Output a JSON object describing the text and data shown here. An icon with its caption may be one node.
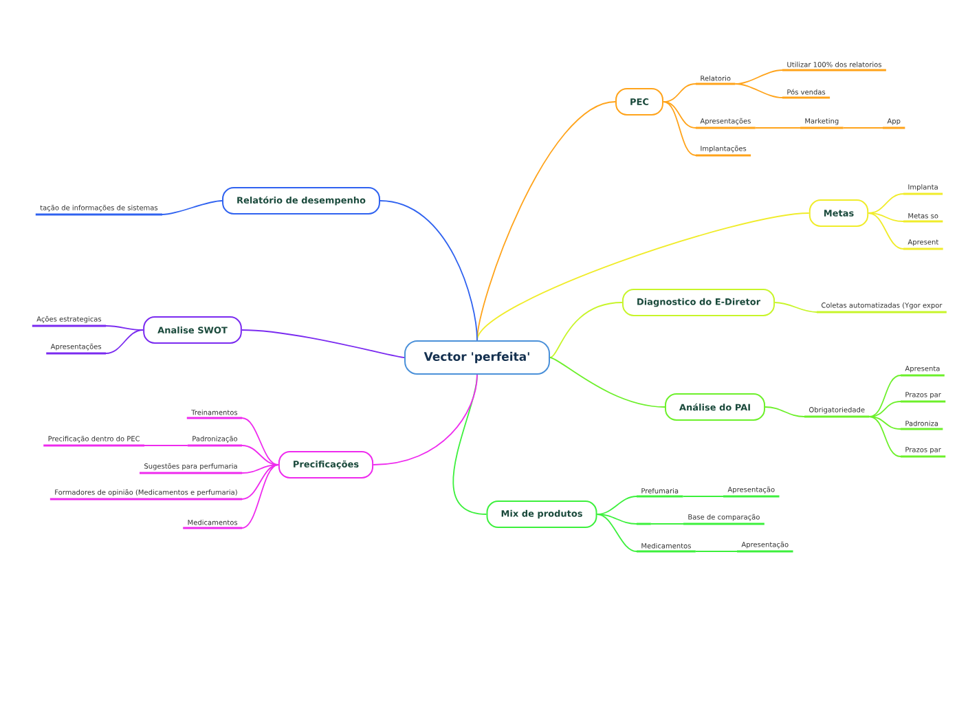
{
  "diagram": {
    "nodes": [
      {
        "text": [
          "Vector 'perfeita'"
        ]
      },
      {
        "text": [
          "PEC"
        ]
      },
      {
        "text": [
          "Relatorio"
        ]
      },
      {
        "text": [
          "Utilizar 100% dos relatorios"
        ]
      },
      {
        "text": [
          "Pós vendas"
        ]
      },
      {
        "text": [
          "Apresentações"
        ]
      },
      {
        "text": [
          "Marketing"
        ]
      },
      {
        "text": [
          "App"
        ]
      },
      {
        "text": [
          "Implantações"
        ]
      },
      {
        "text": [
          "Metas"
        ]
      },
      {
        "text": [
          "Implanta"
        ]
      },
      {
        "text": [
          "Metas so"
        ]
      },
      {
        "text": [
          "Apresent"
        ]
      },
      {
        "text": [
          "Diagnostico do E-Diretor"
        ]
      },
      {
        "text": [
          "Coletas automatizadas (Ygor expor"
        ]
      },
      {
        "text": [
          "Análise do PAI"
        ]
      },
      {
        "text": [
          "Obrigatoriedade"
        ]
      },
      {
        "text": [
          "Apresenta"
        ]
      },
      {
        "text": [
          "Prazos par"
        ]
      },
      {
        "text": [
          "Padroniza"
        ]
      },
      {
        "text": [
          "Prazos par"
        ]
      },
      {
        "text": [
          "Mix de produtos"
        ]
      },
      {
        "text": [
          "Prefumaria"
        ]
      },
      {
        "text": [
          "Apresentação"
        ]
      },
      {
        "text": [],
        "shape": "bar"
      },
      {
        "text": [
          "Base de comparação"
        ]
      },
      {
        "text": [
          "Medicamentos"
        ]
      },
      {
        "text": [
          "Apresentação"
        ]
      },
      {
        "text": [
          "Relatório de desempenho"
        ]
      },
      {
        "text": [
          "tação de informações de sistemas"
        ]
      },
      {
        "text": [
          "Analise SWOT"
        ]
      },
      {
        "text": [
          "Ações estrategicas"
        ]
      },
      {
        "text": [
          "Apresentações"
        ]
      },
      {
        "text": [
          "Precificações"
        ]
      },
      {
        "text": [
          "Treinamentos"
        ]
      },
      {
        "text": [
          "Padronização"
        ]
      },
      {
        "text": [
          "Precificação dentro do PEC"
        ]
      },
      {
        "text": [
          "Sugestões para perfumaria"
        ]
      },
      {
        "text": [
          "Formadores de opinião (Medicamentos e perfumaria)"
        ]
      },
      {
        "text": [
          "Medicamentos"
        ]
      }
    ],
    "edges": [
      {
        "from": 0,
        "to": 1,
        "arrow": "none",
        "color": "#ffa31a"
      },
      {
        "from": 1,
        "to": 2,
        "arrow": "none",
        "color": "#ffa31a"
      },
      {
        "from": 2,
        "to": 3,
        "arrow": "none",
        "color": "#ffa31a"
      },
      {
        "from": 2,
        "to": 4,
        "arrow": "none",
        "color": "#ffa31a"
      },
      {
        "from": 1,
        "to": 5,
        "arrow": "none",
        "color": "#ffa31a"
      },
      {
        "from": 5,
        "to": 6,
        "arrow": "none",
        "color": "#ffa31a"
      },
      {
        "from": 6,
        "to": 7,
        "arrow": "none",
        "color": "#ffa31a"
      },
      {
        "from": 1,
        "to": 8,
        "arrow": "none",
        "color": "#ffa31a"
      },
      {
        "from": 0,
        "to": 9,
        "arrow": "none",
        "color": "#f0ec2a"
      },
      {
        "from": 9,
        "to": 10,
        "arrow": "none",
        "color": "#f0ec2a"
      },
      {
        "from": 9,
        "to": 11,
        "arrow": "none",
        "color": "#f0ec2a"
      },
      {
        "from": 9,
        "to": 12,
        "arrow": "none",
        "color": "#f0ec2a"
      },
      {
        "from": 0,
        "to": 13,
        "arrow": "none",
        "color": "#c8f52a"
      },
      {
        "from": 13,
        "to": 14,
        "arrow": "none",
        "color": "#c8f52a"
      },
      {
        "from": 0,
        "to": 15,
        "arrow": "none",
        "color": "#6cf02a"
      },
      {
        "from": 15,
        "to": 16,
        "arrow": "none",
        "color": "#6cf02a"
      },
      {
        "from": 16,
        "to": 17,
        "arrow": "none",
        "color": "#6cf02a"
      },
      {
        "from": 16,
        "to": 18,
        "arrow": "none",
        "color": "#6cf02a"
      },
      {
        "from": 16,
        "to": 19,
        "arrow": "none",
        "color": "#6cf02a"
      },
      {
        "from": 16,
        "to": 20,
        "arrow": "none",
        "color": "#6cf02a"
      },
      {
        "from": 0,
        "to": 21,
        "arrow": "none",
        "color": "#3cf03c"
      },
      {
        "from": 21,
        "to": 22,
        "arrow": "none",
        "color": "#3cf03c"
      },
      {
        "from": 22,
        "to": 23,
        "arrow": "none",
        "color": "#3cf03c"
      },
      {
        "from": 21,
        "to": 24,
        "arrow": "none",
        "color": "#3cf03c"
      },
      {
        "from": 24,
        "to": 25,
        "arrow": "none",
        "color": "#3cf03c"
      },
      {
        "from": 21,
        "to": 26,
        "arrow": "none",
        "color": "#3cf03c"
      },
      {
        "from": 26,
        "to": 27,
        "arrow": "none",
        "color": "#3cf03c"
      },
      {
        "from": 0,
        "to": 28,
        "arrow": "none",
        "color": "#2f62f0"
      },
      {
        "from": 28,
        "to": 29,
        "arrow": "none",
        "color": "#2f62f0"
      },
      {
        "from": 0,
        "to": 30,
        "arrow": "none",
        "color": "#7a2af0"
      },
      {
        "from": 30,
        "to": 31,
        "arrow": "none",
        "color": "#7a2af0"
      },
      {
        "from": 30,
        "to": 32,
        "arrow": "none",
        "color": "#7a2af0"
      },
      {
        "from": 0,
        "to": 33,
        "arrow": "none",
        "color": "#ee2aee"
      },
      {
        "from": 33,
        "to": 34,
        "arrow": "none",
        "color": "#ee2aee"
      },
      {
        "from": 33,
        "to": 35,
        "arrow": "none",
        "color": "#ee2aee"
      },
      {
        "from": 35,
        "to": 36,
        "arrow": "none",
        "color": "#ee2aee"
      },
      {
        "from": 33,
        "to": 37,
        "arrow": "none",
        "color": "#ee2aee"
      },
      {
        "from": 33,
        "to": 38,
        "arrow": "none",
        "color": "#ee2aee"
      },
      {
        "from": 33,
        "to": 39,
        "arrow": "none",
        "color": "#ee2aee"
      }
    ]
  }
}
